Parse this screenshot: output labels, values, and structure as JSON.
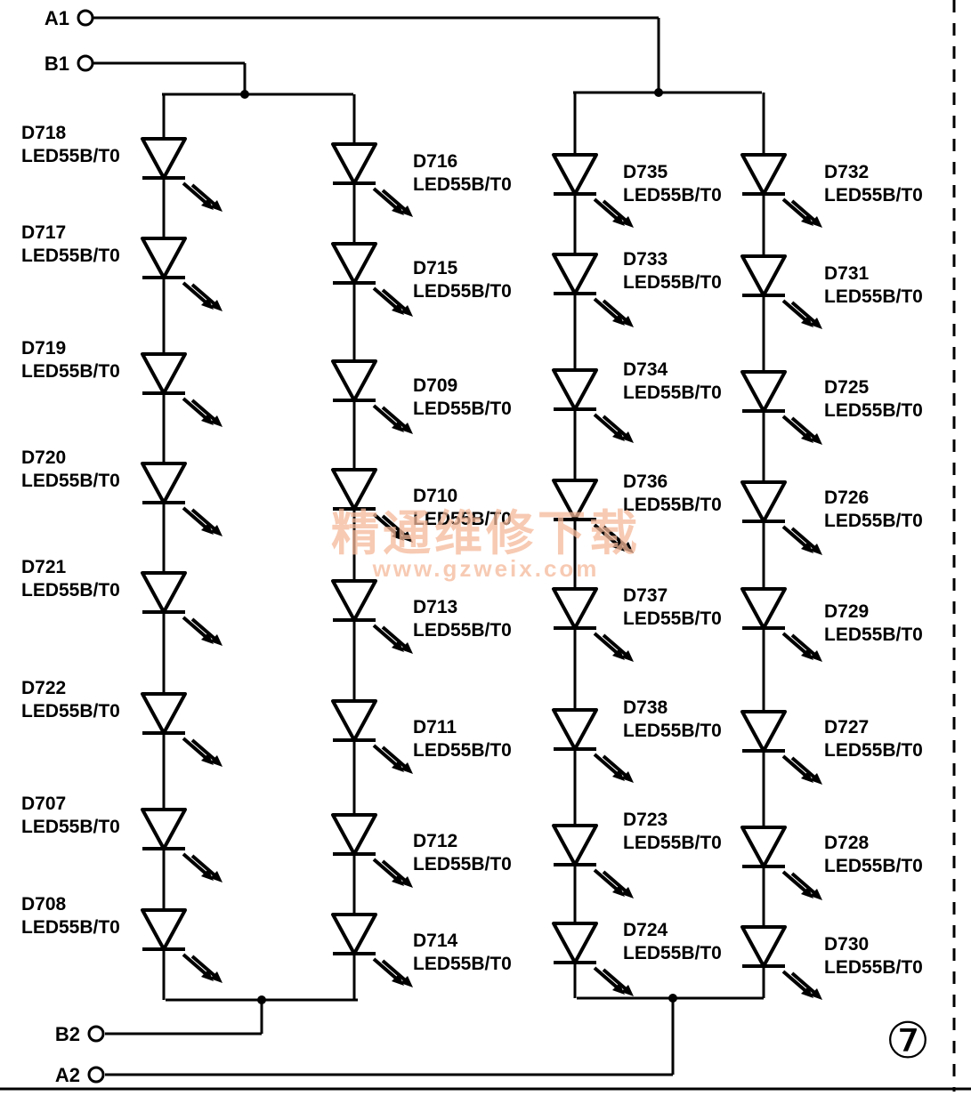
{
  "terminals": {
    "a1": "A1",
    "b1": "B1",
    "b2": "B2",
    "a2": "A2"
  },
  "led_part": "LED55B/T0",
  "columns": [
    {
      "id": "col1",
      "leds": [
        "D718",
        "D717",
        "D719",
        "D720",
        "D721",
        "D722",
        "D707",
        "D708"
      ]
    },
    {
      "id": "col2",
      "leds": [
        "D716",
        "D715",
        "D709",
        "D710",
        "D713",
        "D711",
        "D712",
        "D714"
      ]
    },
    {
      "id": "col3",
      "leds": [
        "D735",
        "D733",
        "D734",
        "D736",
        "D737",
        "D738",
        "D723",
        "D724"
      ]
    },
    {
      "id": "col4",
      "leds": [
        "D732",
        "D731",
        "D725",
        "D726",
        "D729",
        "D727",
        "D728",
        "D730"
      ]
    }
  ],
  "figure_number": "⑦",
  "watermark": {
    "title": "精通维修下载",
    "url": "www.gzweix.com"
  },
  "colors": {
    "ink": "#000000",
    "watermark": "#f5b99a"
  }
}
